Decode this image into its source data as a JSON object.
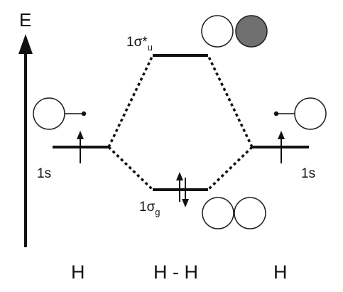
{
  "axis": {
    "label": "E"
  },
  "atoms": {
    "left": "H",
    "center": "H - H",
    "right": "H"
  },
  "atomic_orbitals": {
    "left_label": "1s",
    "right_label": "1s"
  },
  "molecular_orbitals": {
    "antibonding": {
      "symbol": "1σ*",
      "subscript": "u"
    },
    "bonding": {
      "symbol": "1σ",
      "subscript": "g"
    }
  },
  "colors": {
    "line": "#111111",
    "lobe_outline": "#222222",
    "lobe_fill": "#ffffff",
    "antibonding_lobe_fill": "#707070",
    "background": "#ffffff"
  }
}
